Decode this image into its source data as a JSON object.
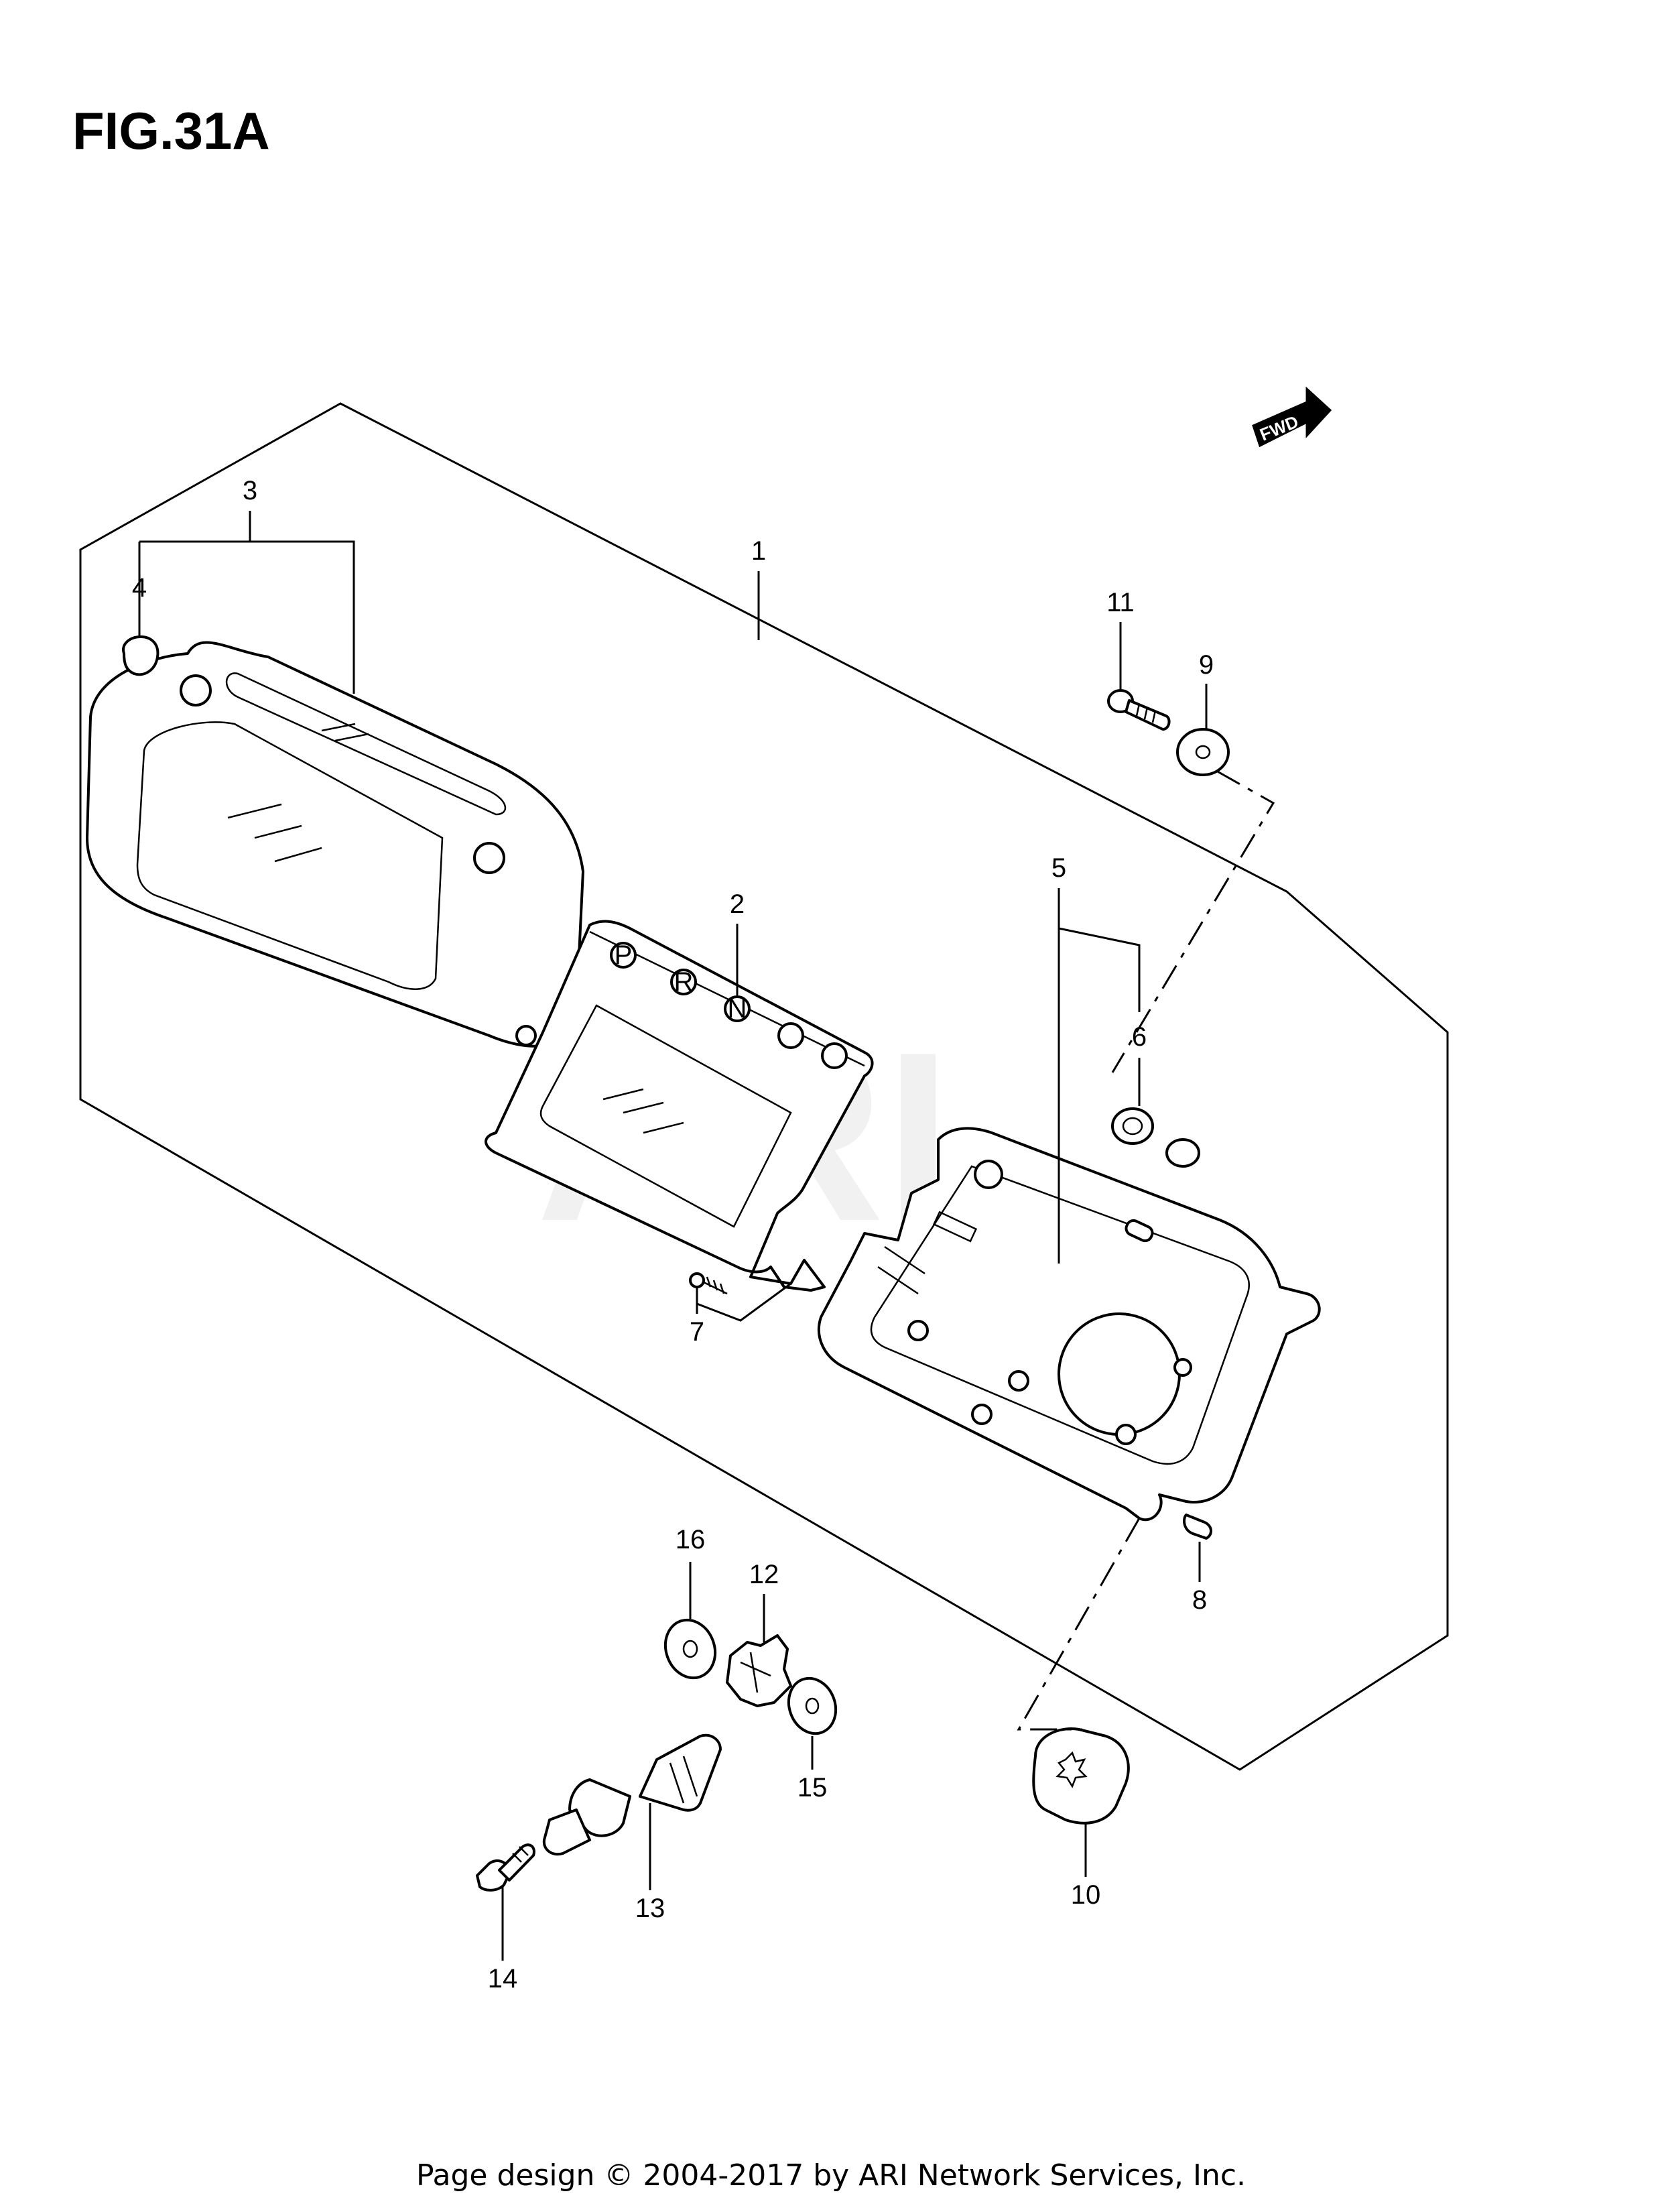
{
  "figure": {
    "title": "FIG.31A"
  },
  "direction_badge": "FWD",
  "watermark": "ARI",
  "callouts": {
    "c1": "1",
    "c2": "2",
    "c3": "3",
    "c4": "4",
    "c5": "5",
    "c6": "6",
    "c7": "7",
    "c8": "8",
    "c9": "9",
    "c10": "10",
    "c11": "11",
    "c12": "12",
    "c13": "13",
    "c14": "14",
    "c15": "15",
    "c16": "16"
  },
  "indicator_letters": [
    "P",
    "R",
    "N"
  ],
  "footer": "Page design © 2004-2017 by ARI Network Services, Inc."
}
